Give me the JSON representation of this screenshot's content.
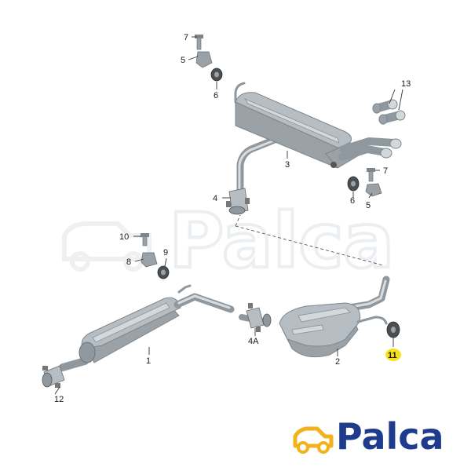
{
  "callouts": [
    {
      "id": "c1",
      "text": "1"
    },
    {
      "id": "c2",
      "text": "2"
    },
    {
      "id": "c3",
      "text": "3"
    },
    {
      "id": "c4",
      "text": "4"
    },
    {
      "id": "c4a",
      "text": "4A"
    },
    {
      "id": "c5a",
      "text": "5"
    },
    {
      "id": "c5b",
      "text": "5"
    },
    {
      "id": "c6a",
      "text": "6"
    },
    {
      "id": "c6b",
      "text": "6"
    },
    {
      "id": "c7a",
      "text": "7"
    },
    {
      "id": "c7b",
      "text": "7"
    },
    {
      "id": "c8",
      "text": "8"
    },
    {
      "id": "c9",
      "text": "9"
    },
    {
      "id": "c10",
      "text": "10"
    },
    {
      "id": "c11",
      "text": "11"
    },
    {
      "id": "c12",
      "text": "12"
    },
    {
      "id": "c13",
      "text": "13"
    }
  ],
  "highlight": {
    "callout": "11",
    "color": "#f5e21a"
  },
  "logo": {
    "text": "Palca",
    "color": "#1f3b8c",
    "accent": "#f2b21c"
  },
  "watermark": {
    "text": "Palca",
    "color": "#eef0f1"
  }
}
